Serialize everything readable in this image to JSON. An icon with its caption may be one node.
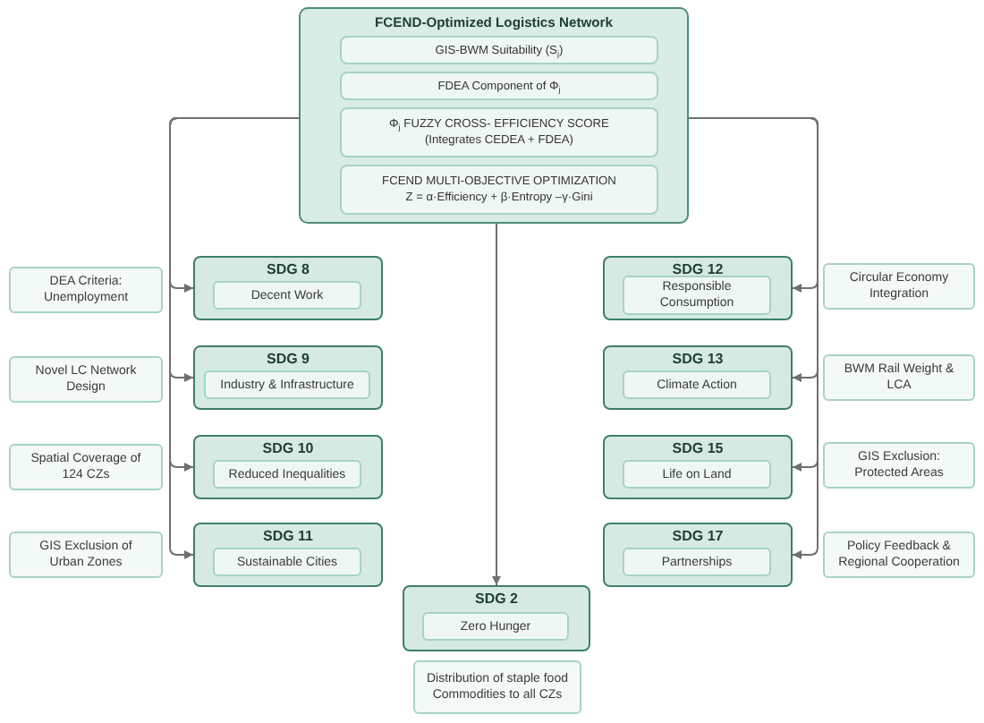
{
  "diagram": {
    "nodes": [
      {
        "text": [
          "FCEND-Optimized Logistics Network"
        ]
      },
      {
        "text": [
          "GIS-BWM Suitability (S$_{j}$)"
        ],
        "in": 0
      },
      {
        "text": [
          "FDEA Component of Φ$_{j}$"
        ],
        "in": 0
      },
      {
        "text": [
          "Φ$_{j}$ FUZZY CROSS- EFFICIENCY SCORE",
          "(Integrates CEDEA + FDEA)"
        ],
        "in": 0
      },
      {
        "text": [
          "FCEND MULTI-OBJECTIVE OPTIMIZATION",
          "Z = α·Efficiency + β·Entropy –γ·Gini"
        ],
        "in": 0
      },
      {
        "text": [
          "DEA Criteria: Unemployment"
        ]
      },
      {
        "text": [
          "SDG 8"
        ]
      },
      {
        "text": [
          "Decent Work"
        ],
        "in": 6
      },
      {
        "text": [
          "SDG 12"
        ]
      },
      {
        "text": [
          "Responsible Consumption"
        ],
        "in": 8
      },
      {
        "text": [
          "Circular Economy Integration"
        ]
      },
      {
        "text": [
          "Novel LC Network Design"
        ]
      },
      {
        "text": [
          "SDG 9"
        ]
      },
      {
        "text": [
          "Industry & Infrastructure"
        ],
        "in": 12
      },
      {
        "text": [
          "SDG 13"
        ]
      },
      {
        "text": [
          "Climate Action"
        ],
        "in": 14
      },
      {
        "text": [
          "BWM Rail Weight & LCA"
        ]
      },
      {
        "text": [
          "Spatial Coverage of 124 CZs"
        ]
      },
      {
        "text": [
          "SDG 10"
        ]
      },
      {
        "text": [
          "Reduced Inequalities"
        ],
        "in": 18
      },
      {
        "text": [
          "SDG 15"
        ]
      },
      {
        "text": [
          "Life on Land"
        ],
        "in": 20
      },
      {
        "text": [
          "GIS Exclusion: Protected Areas"
        ]
      },
      {
        "text": [
          "GIS Exclusion of Urban Zones"
        ]
      },
      {
        "text": [
          "SDG 11"
        ]
      },
      {
        "text": [
          "Sustainable Cities"
        ],
        "in": 24
      },
      {
        "text": [
          "SDG 17"
        ]
      },
      {
        "text": [
          "Partnerships"
        ],
        "in": 26
      },
      {
        "text": [
          "Policy Feedback & Regional Cooperation"
        ]
      },
      {
        "text": [
          "SDG 2"
        ]
      },
      {
        "text": [
          "Zero Hunger"
        ],
        "in": 29
      },
      {
        "text": [
          "Distribution of staple food Commodities to all CZs"
        ]
      }
    ],
    "edges": [
      {
        "from": 0,
        "to": 6,
        "arrow": "to"
      },
      {
        "from": 0,
        "to": 12,
        "arrow": "to"
      },
      {
        "from": 0,
        "to": 18,
        "arrow": "to"
      },
      {
        "from": 0,
        "to": 24,
        "arrow": "to"
      },
      {
        "from": 0,
        "to": 29,
        "arrow": "to"
      },
      {
        "from": 0,
        "to": 8,
        "arrow": "to"
      },
      {
        "from": 0,
        "to": 14,
        "arrow": "to"
      },
      {
        "from": 0,
        "to": 20,
        "arrow": "to"
      },
      {
        "from": 0,
        "to": 26,
        "arrow": "to"
      }
    ]
  }
}
